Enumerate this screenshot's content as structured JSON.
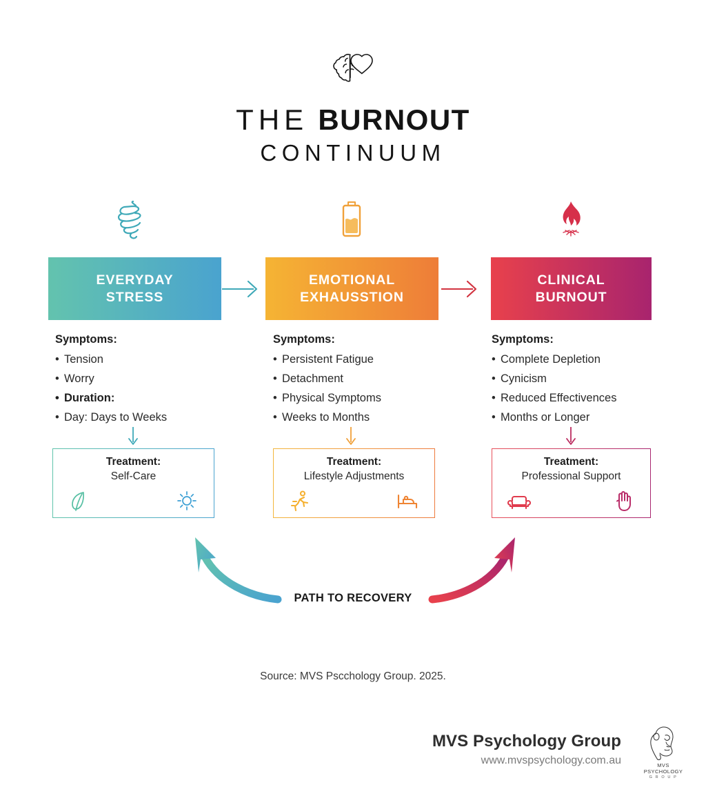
{
  "header": {
    "icon": "brain-heart-icon",
    "title_thin": "THE",
    "title_bold": "BURNOUT",
    "subtitle": "CONTINUUM"
  },
  "stages": [
    {
      "key": "everyday-stress",
      "icon": "tangled-scribble-icon",
      "title_line1": "EVERYDAY",
      "title_line2": "STRESS",
      "gradient_from": "#63c3ae",
      "gradient_to": "#4aa3cf",
      "accent": "#3fa9b8",
      "symptoms_label": "Symptoms:",
      "symptoms": [
        {
          "text": "Tension",
          "bold": false
        },
        {
          "text": "Worry",
          "bold": false
        },
        {
          "text": "Duration:",
          "bold": true
        },
        {
          "text": "Day: Days to Weeks",
          "bold": false
        }
      ],
      "treatment_label": "Treatment:",
      "treatment_value": "Self-Care",
      "border_from": "#5fc3ab",
      "border_to": "#4aa3cf",
      "arrow_color": "#3fa9b8",
      "icon_left": "leaf-icon",
      "icon_left_color": "#56bfa3",
      "icon_right": "sun-icon",
      "icon_right_color": "#3b9fd4"
    },
    {
      "key": "emotional-exhausstion",
      "icon": "battery-low-icon",
      "title_line1": "EMOTIONAL",
      "title_line2": "EXHAUSSTION",
      "gradient_from": "#f5b434",
      "gradient_to": "#ee7d38",
      "accent": "#f0a13a",
      "symptoms_label": "Symptoms:",
      "symptoms": [
        {
          "text": "Persistent Fatigue",
          "bold": false
        },
        {
          "text": "Detachment",
          "bold": false
        },
        {
          "text": "Physical Symptoms",
          "bold": false
        },
        {
          "text": "Weeks to Months",
          "bold": false
        }
      ],
      "treatment_label": "Treatment:",
      "treatment_value": "Lifestyle Adjustments",
      "border_from": "#f3b63c",
      "border_to": "#ed7a3c",
      "arrow_color": "#f0a13a",
      "icon_left": "running-person-icon",
      "icon_left_color": "#f5b02f",
      "icon_right": "bed-icon",
      "icon_right_color": "#ef8433"
    },
    {
      "key": "clinical-burnout",
      "icon": "flame-icon",
      "title_line1": "CLINICAL",
      "title_line2": "BURNOUT",
      "gradient_from": "#e8414c",
      "gradient_to": "#a8246e",
      "accent": "#cf3449",
      "symptoms_label": "Symptoms:",
      "symptoms": [
        {
          "text": "Complete Depletion",
          "bold": false
        },
        {
          "text": "Cynicism",
          "bold": false
        },
        {
          "text": "Reduced Effectivences",
          "bold": false
        },
        {
          "text": "Months or Longer",
          "bold": false
        }
      ],
      "treatment_label": "Treatment:",
      "treatment_value": "Professional Support",
      "border_from": "#e8505a",
      "border_to": "#a8246e",
      "arrow_color": "#bb2d60",
      "icon_left": "couch-icon",
      "icon_left_color": "#e03b4d",
      "icon_right": "hand-icon",
      "icon_right_color": "#b92c68"
    }
  ],
  "connectors": [
    {
      "name": "arrow-stress-to-exhaustion",
      "color": "#3fa9b8"
    },
    {
      "name": "arrow-exhaustion-to-burnout",
      "color": "#d23340"
    }
  ],
  "recovery": {
    "label": "PATH TO RECOVERY",
    "left_arrow_from": "#4aa3cf",
    "left_arrow_to": "#63c3ae",
    "right_arrow_from": "#e8414c",
    "right_arrow_to": "#a8246e"
  },
  "source": {
    "text": "Source: MVS Pscchology Group. 2025."
  },
  "footer": {
    "brand_name": "MVS Psychology Group",
    "url": "www.mvspsychology.com.au",
    "logo_line1": "MVS",
    "logo_line2": "PSYCHOLOGY",
    "logo_line3": "G R O U P"
  }
}
